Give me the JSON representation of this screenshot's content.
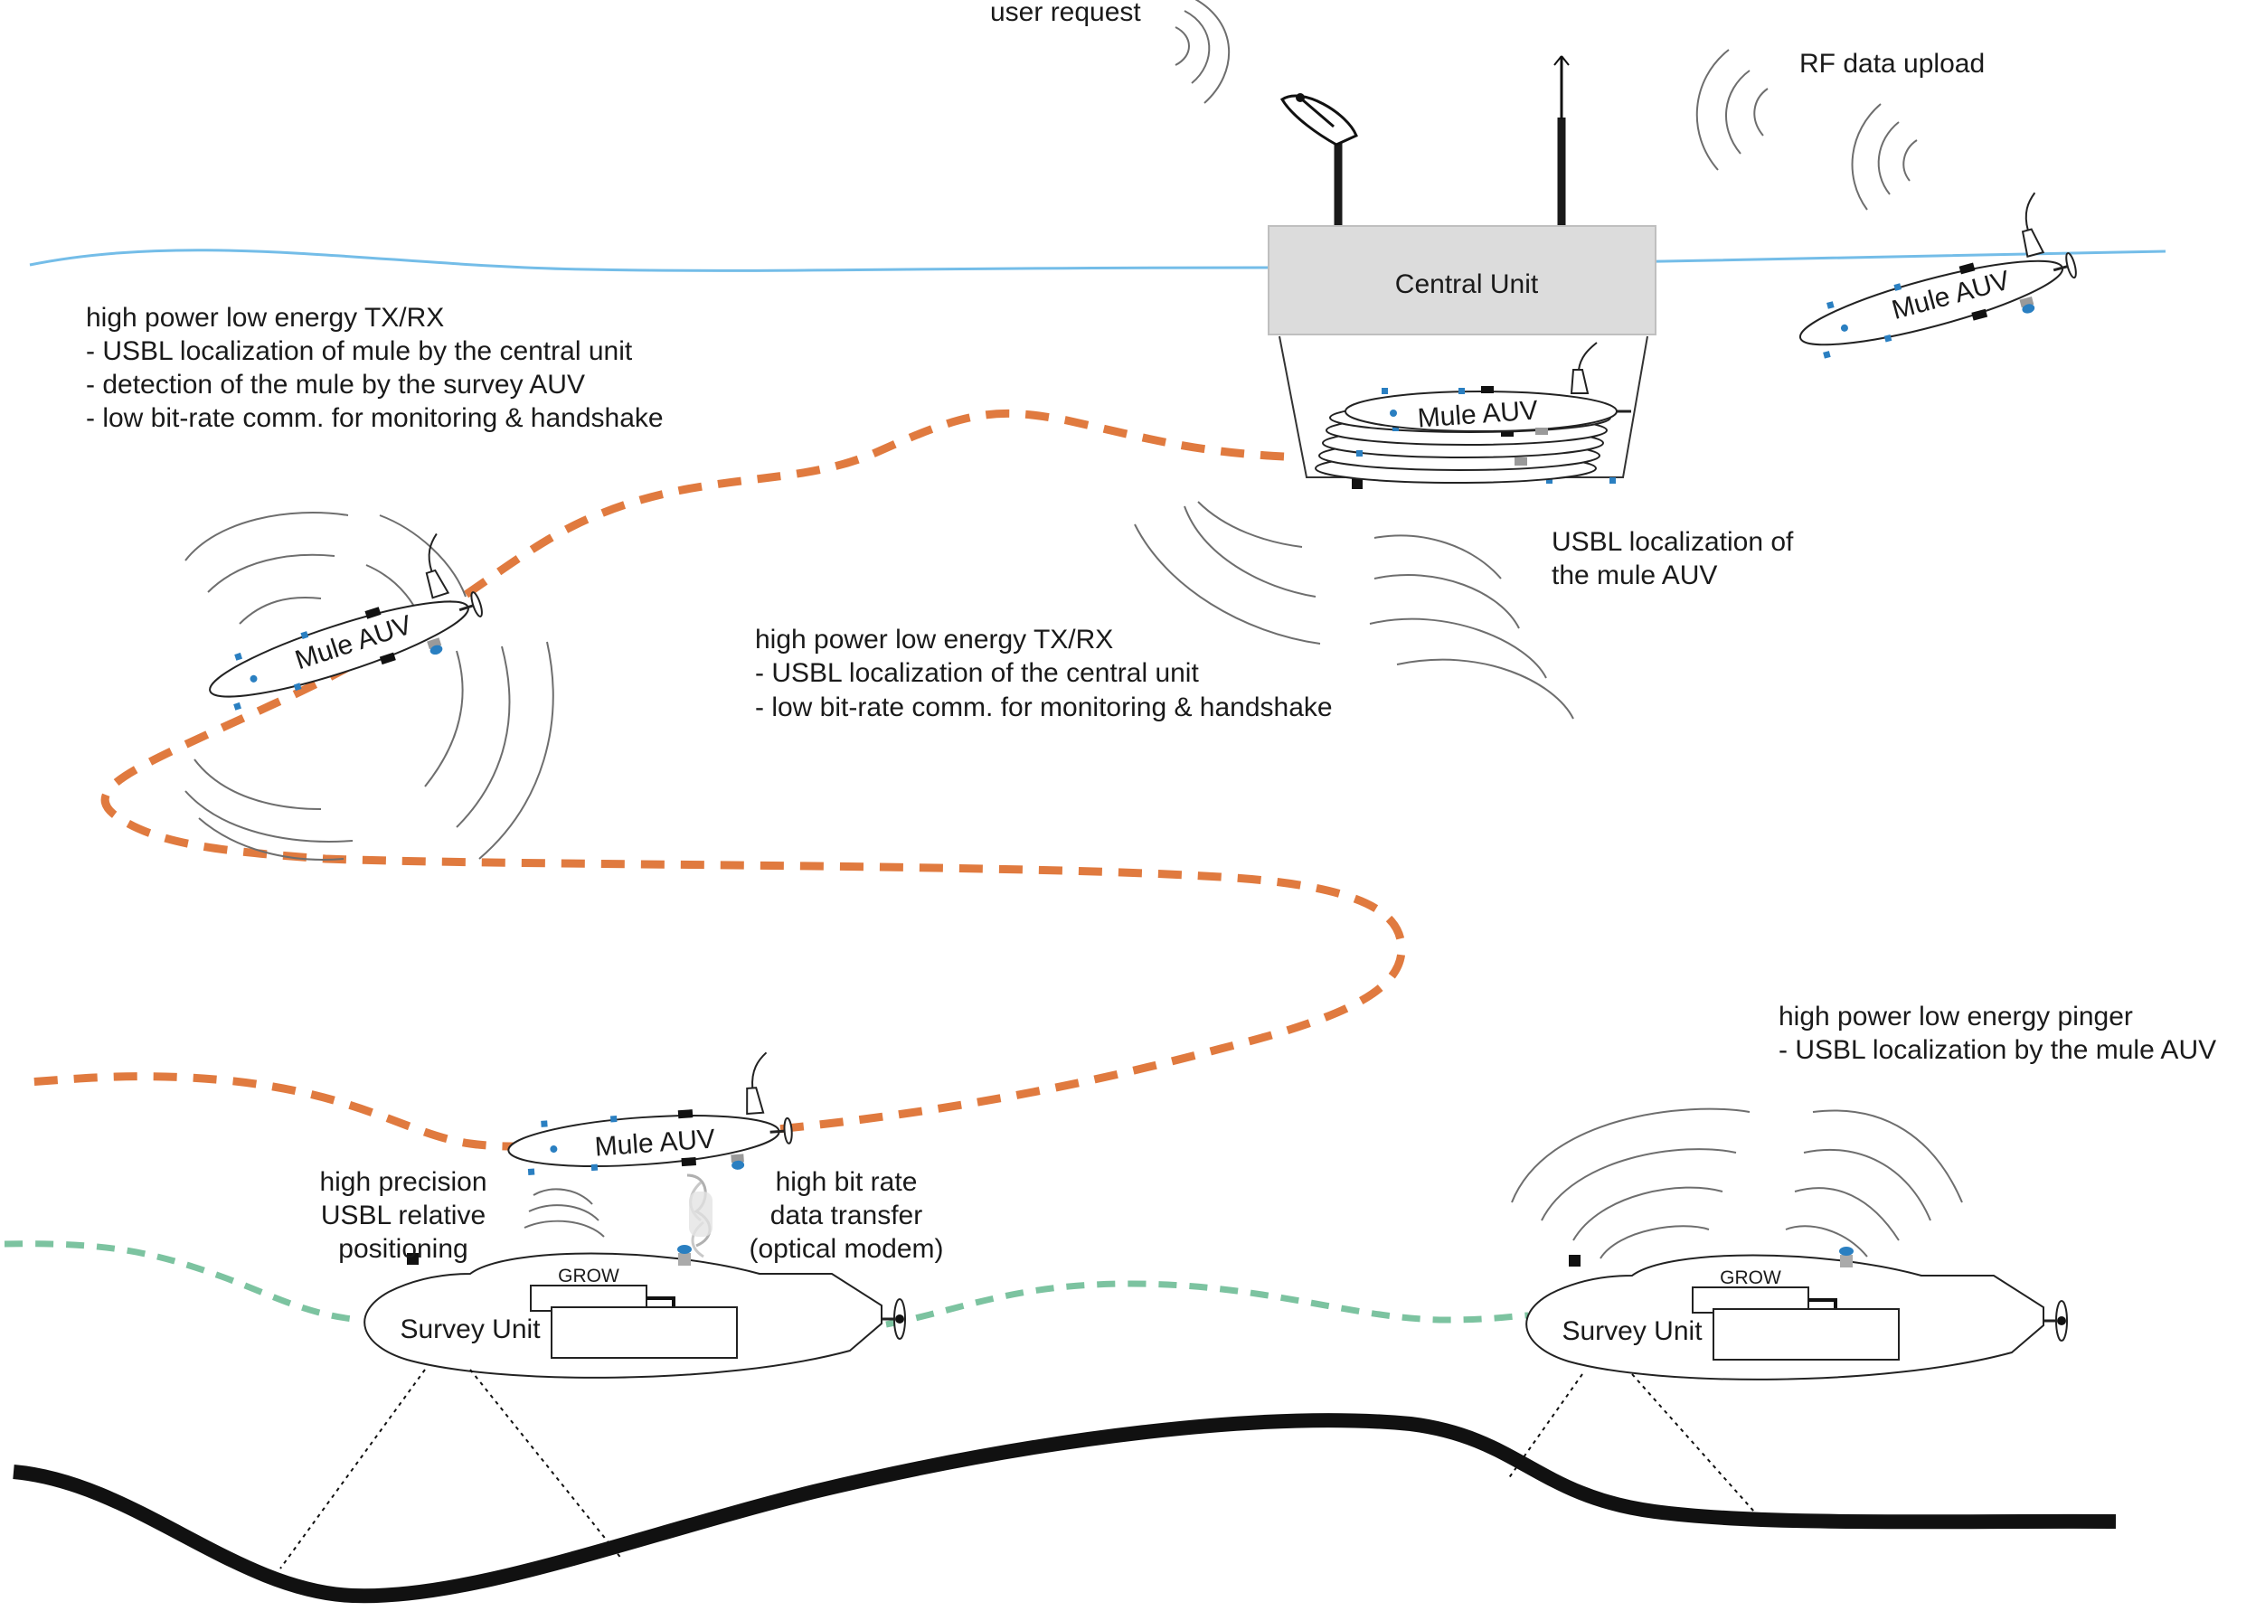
{
  "labels": {
    "user_request": "user request",
    "rf_upload": "RF data upload",
    "central_unit": "Central Unit",
    "mule": "Mule AUV",
    "survey": "Survey Unit",
    "grow": "GROW",
    "usbl_central": [
      "USBL localization of",
      "the mule AUV"
    ],
    "txrx_top": [
      "high power low energy TX/RX",
      "- USBL localization of mule by the central unit",
      "- detection of the mule by the survey AUV",
      "- low bit-rate comm. for monitoring & handshake"
    ],
    "txrx_mid": [
      "high power low energy TX/RX",
      "- USBL localization of the central unit",
      "- low bit-rate comm. for monitoring & handshake"
    ],
    "pinger": [
      "high power low energy pinger",
      "- USBL localization by the mule AUV"
    ],
    "precision": [
      "high precision",
      "USBL relative",
      "positioning"
    ],
    "optical": [
      "high bit rate",
      "data transfer",
      "(optical modem)"
    ]
  },
  "colors": {
    "sea_surface": "#74bde8",
    "mule_path": "#e07a3f",
    "survey_path": "#7cc3a0",
    "central_unit_fill": "#dcdcdc",
    "sensor_blue": "#2a7fc1",
    "seabed": "#111111"
  }
}
